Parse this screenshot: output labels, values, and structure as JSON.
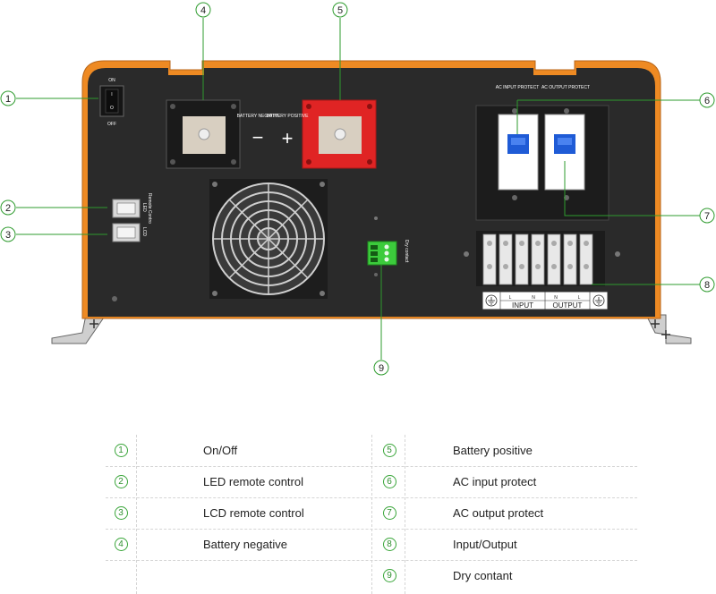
{
  "panel": {
    "switch_on": "ON",
    "switch_off": "OFF",
    "switch_i": "I",
    "switch_o": "O",
    "battery_negative_label": "BATTERY NEGATIVE",
    "battery_positive_label": "BATTERY POSITIVE",
    "minus_sign": "−",
    "plus_sign": "+",
    "remote_label": "Remote Contro",
    "led_label": "LED",
    "lcd_label": "LCD",
    "dry_contact_label": "Dry contact",
    "ac_input_protect_label": "AC INPUT PROTECT",
    "ac_output_protect_label": "AC OUTPUT PROTECT",
    "terminal_l1": "L",
    "terminal_n1": "N",
    "terminal_n2": "N",
    "terminal_l2": "L",
    "input_label": "INPUT",
    "output_label": "OUTPUT"
  },
  "callouts": [
    "1",
    "2",
    "3",
    "4",
    "5",
    "6",
    "7",
    "8",
    "9"
  ],
  "legend": {
    "left": [
      {
        "num": "1",
        "text": "On/Off"
      },
      {
        "num": "2",
        "text": "LED remote control"
      },
      {
        "num": "3",
        "text": "LCD remote control"
      },
      {
        "num": "4",
        "text": "Battery negative"
      },
      {
        "num": "",
        "text": ""
      }
    ],
    "right": [
      {
        "num": "5",
        "text": "Battery positive"
      },
      {
        "num": "6",
        "text": "AC  input protect"
      },
      {
        "num": "7",
        "text": "AC  output protect"
      },
      {
        "num": "8",
        "text": "Input/Output"
      },
      {
        "num": "9",
        "text": "Dry contant"
      }
    ]
  },
  "colors": {
    "housing": "#ee8a23",
    "panel": "#2a2a2a",
    "positive_terminal": "#e02424",
    "breaker_handle": "#1f5bd6",
    "dry_contact_block": "#3ccb3c",
    "callout": "#2e9b2e"
  }
}
